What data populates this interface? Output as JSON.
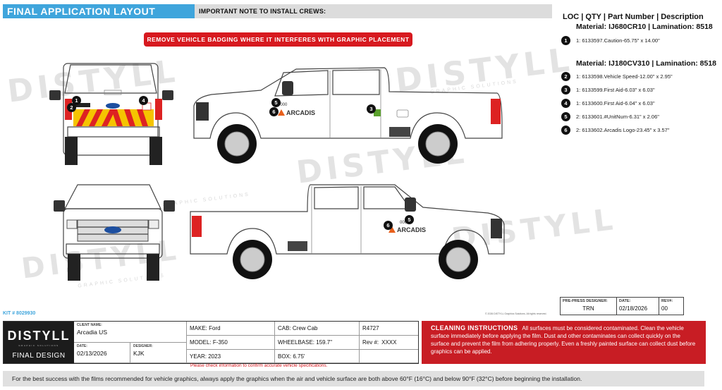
{
  "header": {
    "title": "FINAL APPLICATION LAYOUT",
    "note": "IMPORTANT NOTE TO INSTALL CREWS:"
  },
  "banner": "REMOVE VEHICLE BADGING WHERE IT INTERFERES WITH GRAPHIC PLACEMENT",
  "watermark": {
    "word": "DISTYLL",
    "sub": "GRAPHIC SOLUTIONS"
  },
  "legend": {
    "heading": "LOC | QTY | Part Number | Description",
    "materials": [
      {
        "label": "Material: IJ680CR10 | Lamination: 8518",
        "items": [
          {
            "num": "1",
            "text": "1: 6133597.Caution-65.75\" x 14.00\""
          }
        ]
      },
      {
        "label": "Material: IJ180CV310 | Lamination: 8518",
        "items": [
          {
            "num": "2",
            "text": "1: 6133598.Vehicle Speed-12.00\" x 2.95\""
          },
          {
            "num": "3",
            "text": "1: 6133599.First Aid-6.03\" x 6.03\""
          },
          {
            "num": "4",
            "text": "1: 6133600.First Aid-6.04\" x 6.03\""
          },
          {
            "num": "5",
            "text": "2: 6133601.#UnitNum-6.31\" x 2.06\""
          },
          {
            "num": "6",
            "text": "2: 6133602.Arcadis Logo-23.45\" x 3.57\""
          }
        ]
      }
    ]
  },
  "vehicle": {
    "decal_logo": "ARCADIS",
    "unit_number": "0000",
    "callouts": [
      "1",
      "2",
      "3",
      "4",
      "5",
      "6"
    ]
  },
  "kit": "KIT # 8029930",
  "copyright": "© 2026 DISTYLL Graphics Solutions. All rights reserved.",
  "prepress": {
    "designer_label": "PRE-PRESS DESIGNER:",
    "designer": "TRN",
    "date_label": "DATE:",
    "date": "02/18/2026",
    "rev_label": "REV#:",
    "rev": "00"
  },
  "titleblock": {
    "logo_word": "DISTYLL",
    "logo_sub": "GRAPHIC SOLUTIONS",
    "logo_final": "FINAL DESIGN",
    "client_label": "CLIENT NAME:",
    "client": "Arcadia US",
    "date_label": "DATE:",
    "date": "02/13/2026",
    "designer_label": "DESIGNER:",
    "designer": "KJK",
    "make": "MAKE: Ford",
    "model": "MODEL: F-350",
    "year": "YEAR: 2023",
    "cab": "CAB: Crew Cab",
    "wheelbase": "WHEELBASE: 159.7\"",
    "box": "BOX: 6.75'",
    "r_code": "R4727",
    "rev_label": "Rev #:",
    "rev_value": "XXXX"
  },
  "spec_note": "Please check information to confirm accurate vehicle specifications.",
  "cleaning": {
    "title": "CLEANING INSTRUCTIONS",
    "text": "All surfaces must be considered contaminated. Clean the vehicle surface immediately before applying the film. Dust and other contaminates can collect quickly on the surface and prevent the film from adhering properly. Even a freshly painted surface can collect dust before graphics can be applied."
  },
  "footer": "For the best success with the films recommended for vehicle graphics, always apply the graphics when the air and vehicle surface are both above 60°F (16°C) and below 90°F (32°C) before beginning the installation.",
  "colors": {
    "accent_blue": "#3fa5dc",
    "brand_red": "#d7191f",
    "chevron_yellow": "#f5c400",
    "arcadis_orange": "#e8601c",
    "first_aid_green": "#5aa02c"
  }
}
